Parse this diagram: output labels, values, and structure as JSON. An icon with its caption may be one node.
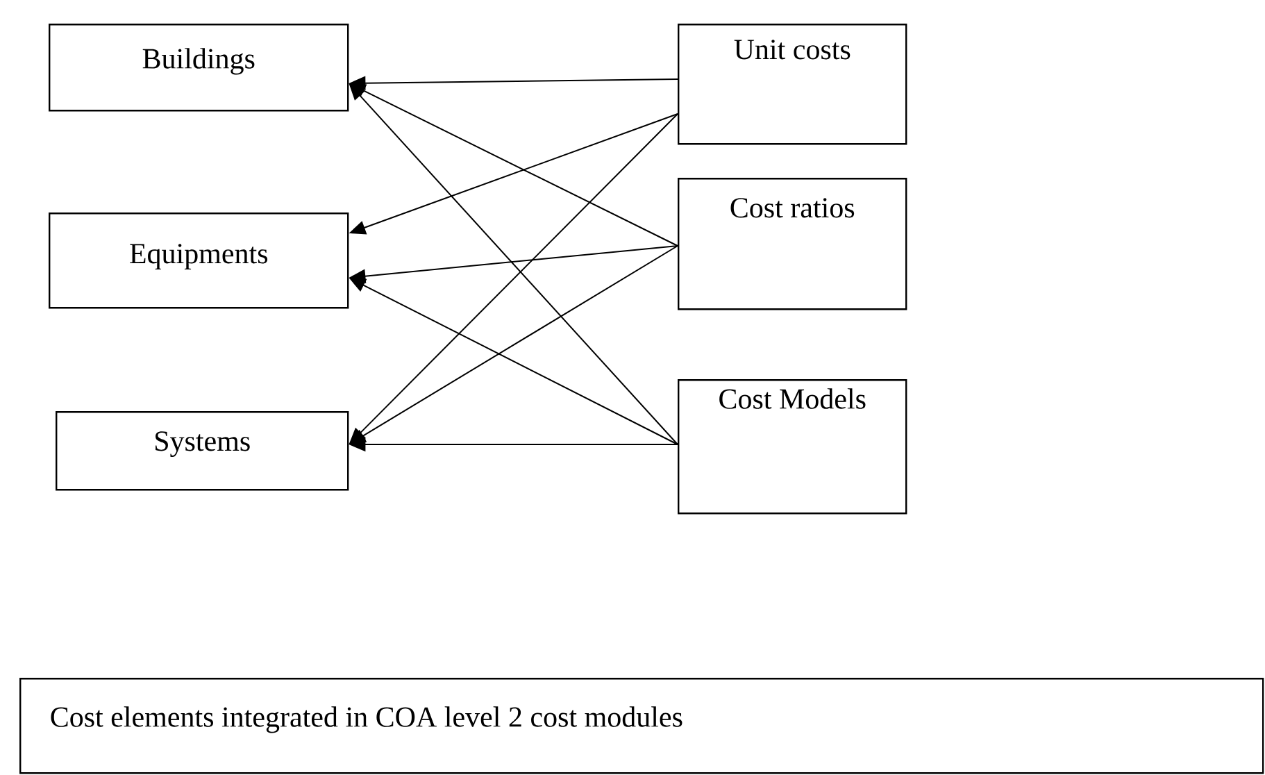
{
  "diagram": {
    "nodes": [
      {
        "text": [
          "Buildings"
        ]
      },
      {
        "text": [
          "Equipments"
        ]
      },
      {
        "text": [
          "Systems"
        ]
      },
      {
        "text": [
          "Unit costs"
        ]
      },
      {
        "text": [
          "Cost ratios"
        ]
      },
      {
        "text": [
          "Cost Models"
        ]
      },
      {
        "text": [
          "Cost elements integrated in COA level 2 cost modules"
        ]
      }
    ],
    "edges": [
      {
        "from": 3,
        "to": 0,
        "arrow": "to"
      },
      {
        "from": 3,
        "to": 1,
        "arrow": "to"
      },
      {
        "from": 3,
        "to": 2,
        "arrow": "to"
      },
      {
        "from": 4,
        "to": 0,
        "arrow": "to"
      },
      {
        "from": 4,
        "to": 1,
        "arrow": "to"
      },
      {
        "from": 4,
        "to": 2,
        "arrow": "to"
      },
      {
        "from": 5,
        "to": 0,
        "arrow": "to"
      },
      {
        "from": 5,
        "to": 1,
        "arrow": "to"
      },
      {
        "from": 5,
        "to": 2,
        "arrow": "to"
      }
    ]
  }
}
